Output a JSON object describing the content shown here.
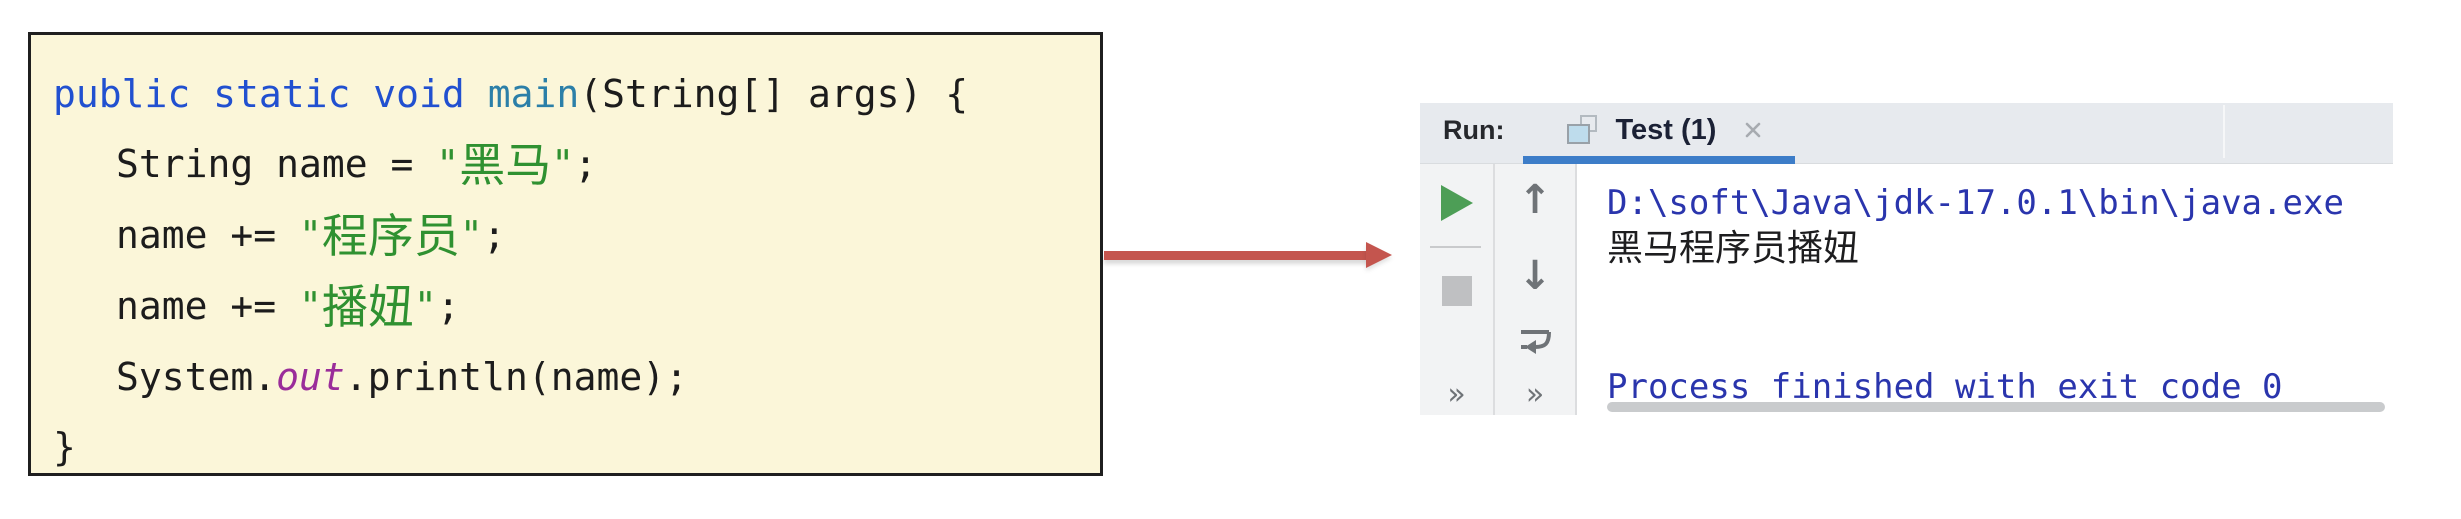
{
  "colors": {
    "keyword_blue": "#2150D0",
    "method_teal": "#2B7FA8",
    "string_green": "#2F9131",
    "field_purple": "#9A2D9A",
    "code_plain": "#1C1C1C",
    "box_bg": "#FBF6D9",
    "box_border": "#1F1F1F",
    "arrow_red": "#C4554E",
    "header_bg": "#E7EAEE",
    "toolbar_bg": "#F2F3F4",
    "tab_underline_blue": "#3D7DC8",
    "console_blue": "#2A35AD",
    "console_text": "#1D1D1F",
    "icon_gray": "#6F7377",
    "run_green": "#4D9E56",
    "stop_gray": "#BFC0C2"
  },
  "code_panel": {
    "lines": [
      {
        "indent": false,
        "segments": [
          {
            "text": "public static void ",
            "style": "keyword"
          },
          {
            "text": "main",
            "style": "method"
          },
          {
            "text": "(String[] args) {",
            "style": "plain"
          }
        ]
      },
      {
        "indent": true,
        "segments": [
          {
            "text": "String name = ",
            "style": "plain"
          },
          {
            "text": "\"",
            "style": "string"
          },
          {
            "text": "黑马",
            "style": "string_cjk"
          },
          {
            "text": "\"",
            "style": "string"
          },
          {
            "text": ";",
            "style": "plain"
          }
        ]
      },
      {
        "indent": true,
        "segments": [
          {
            "text": "name += ",
            "style": "plain"
          },
          {
            "text": "\"",
            "style": "string"
          },
          {
            "text": "程序员",
            "style": "string_cjk"
          },
          {
            "text": "\"",
            "style": "string"
          },
          {
            "text": ";",
            "style": "plain"
          }
        ]
      },
      {
        "indent": true,
        "segments": [
          {
            "text": "name += ",
            "style": "plain"
          },
          {
            "text": "\"",
            "style": "string"
          },
          {
            "text": "播妞",
            "style": "string_cjk"
          },
          {
            "text": "\"",
            "style": "string"
          },
          {
            "text": ";",
            "style": "plain"
          }
        ]
      },
      {
        "indent": true,
        "segments": [
          {
            "text": "System.",
            "style": "plain"
          },
          {
            "text": "out",
            "style": "field"
          },
          {
            "text": ".println(name);",
            "style": "plain"
          }
        ]
      },
      {
        "indent": false,
        "segments": [
          {
            "text": "}",
            "style": "plain"
          }
        ]
      }
    ]
  },
  "run_panel": {
    "header": {
      "run_label": "Run:",
      "tab": {
        "label": "Test (1)"
      }
    },
    "toolbar": {
      "more_glyph": "»",
      "up_glyph": "↑",
      "down_glyph": "↓"
    },
    "console": {
      "lines": [
        {
          "text": "D:\\soft\\Java\\jdk-17.0.1\\bin\\java.exe",
          "style": "info"
        },
        {
          "text": "黑马程序员播妞",
          "style": "output"
        },
        {
          "text": "",
          "style": "output"
        },
        {
          "text": "",
          "style": "output"
        },
        {
          "text": "Process finished with exit code 0",
          "style": "info"
        }
      ]
    }
  }
}
